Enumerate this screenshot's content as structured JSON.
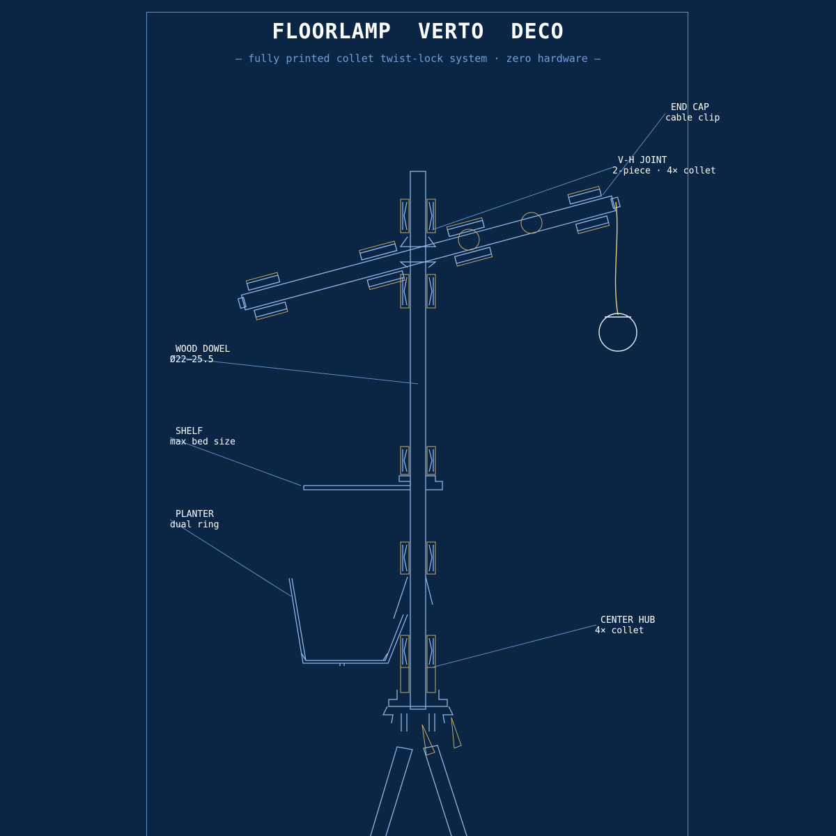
{
  "header": {
    "title": "FLOORLAMP  VERTO  DECO",
    "subtitle": "— fully printed collet twist-lock system · zero hardware —"
  },
  "callouts": {
    "end_cap": {
      "name": "END CAP",
      "detail": "cable clip"
    },
    "vh_joint": {
      "name": "V-H JOINT",
      "detail": "2-piece · 4× collet"
    },
    "wood_dowel": {
      "name": "WOOD DOWEL",
      "detail": "Ø22–25.5"
    },
    "shelf": {
      "name": "SHELF",
      "detail": "max bed size"
    },
    "planter": {
      "name": "PLANTER",
      "detail": "dual ring"
    },
    "center_hub": {
      "name": "CENTER HUB",
      "detail": "4× collet"
    }
  },
  "colors": {
    "background": "#0b2545",
    "frame": "#5f8fc8",
    "part_outline": "#8fb6e8",
    "collet": "#c9a86a",
    "cable": "#e8cf7a",
    "bulb": "#e6eef8",
    "subtitle": "#6f9fd8"
  }
}
